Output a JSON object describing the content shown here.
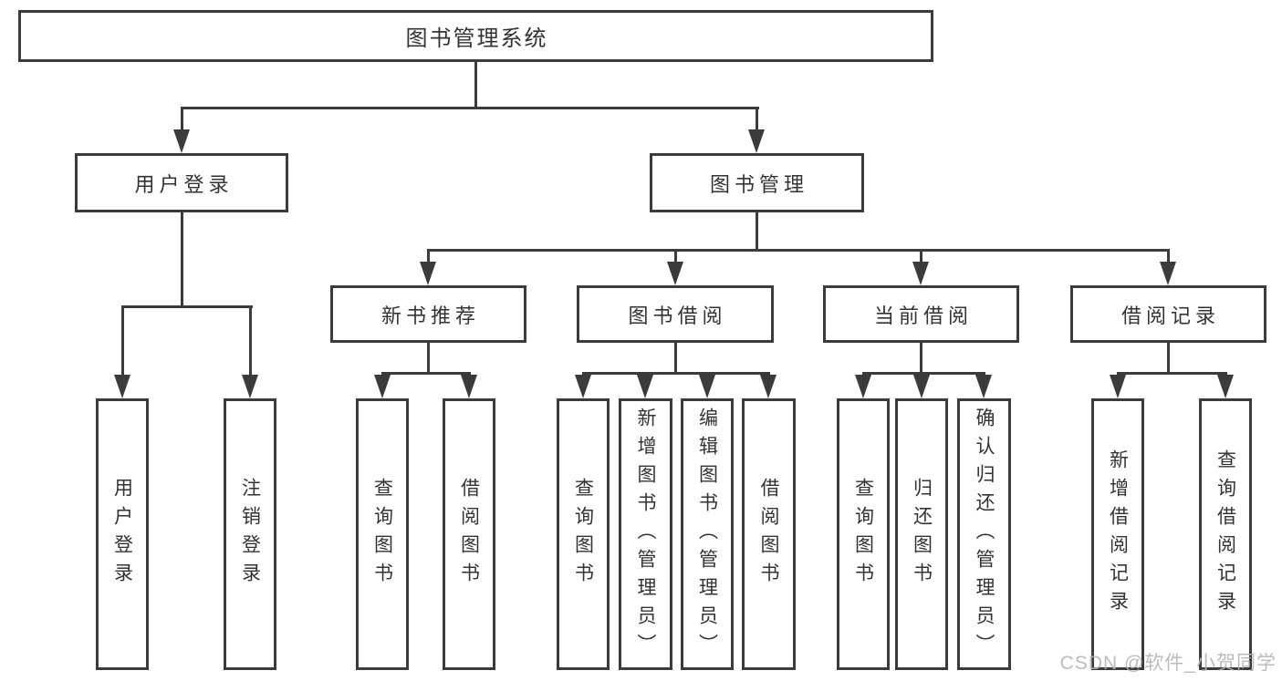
{
  "diagram": {
    "title": "图书管理系统",
    "level2": [
      "用户登录",
      "图书管理"
    ],
    "level3": [
      "新书推荐",
      "图书借阅",
      "当前借阅",
      "借阅记录"
    ],
    "leaves": [
      "用户登录",
      "注销登录",
      "查询图书",
      "借阅图书",
      "查询图书",
      "新增图书（管理员）",
      "编辑图书（管理员）",
      "借阅图书",
      "查询图书",
      "归还图书",
      "确认归还（管理员）",
      "新增借阅记录",
      "查询借阅记录"
    ],
    "watermark": "CSDN @软件_小贺同学",
    "colors": {
      "line": "#3b3b3b",
      "text": "#333333",
      "watermark": "#b5b5b5",
      "background": "#ffffff"
    }
  }
}
